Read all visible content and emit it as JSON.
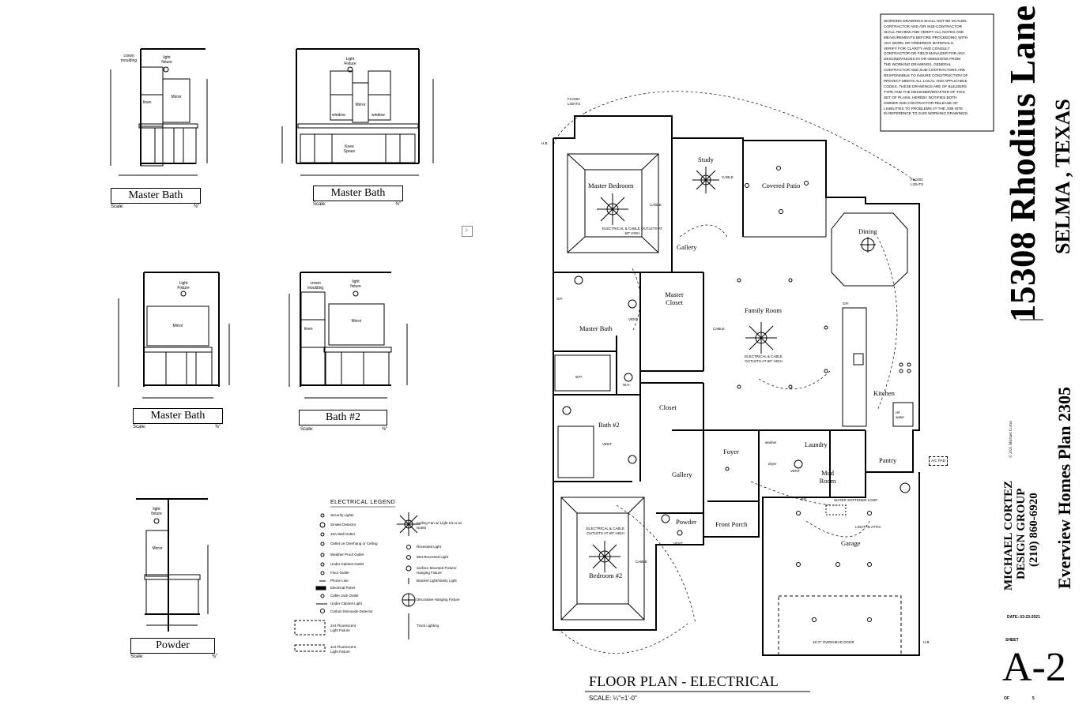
{
  "notice": {
    "lines": [
      "WORKING DRAWINGS SHALL NOT BE SCALED.",
      "CONTRACTOR AND /OR SUB-CONTRACTOR",
      "SHALL REVIEW AND VERIFY ALL NOTES AND",
      "MEASUREMENTS BEFORE PROCEEDING WITH",
      "ANY WORK OR ORDERING MATERIALS.",
      "VERIFY FOR CLARITY AND CONSULT",
      "CONTRACTOR OR FIELD MANAGER FOR ANY",
      "DESCREPANCIES IN OR  OMISSIONS FROM",
      "THE WORKING DRAWINGS.  GENERAL",
      "CONTRACTOR  AND SUB-CONTRACTORS ARE",
      "RESPONSIBLE TO INSURE CONSTRUCTION OF",
      "PROJECT MEETS ALL LOCAL AND APPLICABLE",
      "CODES.  THESE DRAWINGS ARE OF BUILDERS",
      "TYPE AND THE DESIGNER/DRAFTER OF THIS",
      "SET OF PLANS, HEREBY NOTIFIES BOTH",
      "OWNER AND CONTRACTOR RELEASE OF",
      "LIABILITIES TO PROBLEMS AT THE JOB SITE",
      "IN REFERENCE TO SAID WORKING DRAWINGS."
    ]
  },
  "title_block": {
    "address": "15308 Rhodius Lane",
    "city": "SELMA , TEXAS",
    "designer_line1": "MICHAEL CORTEZ",
    "designer_line2": "DESIGN GROUP",
    "designer_phone": "(210) 860-6920",
    "plan_name": "Everview Homes Plan 2305",
    "copyright": "© 2021 Michael Cortez",
    "date_label": "DATE: 03-23-2021",
    "sheet_label": "SHEET",
    "sheet_number": "A-2",
    "of_label": "OF",
    "of_count": "5"
  },
  "floor_plan": {
    "title": "FLOOR PLAN - ELECTRICAL",
    "scale": "SCALE: ¼\"=1'-0\"",
    "rooms": {
      "master_bedroom": "Master Bedroom",
      "study": "Study",
      "covered_patio": "Covered Patio",
      "dining": "Dining",
      "gallery_top": "Gallery",
      "master_closet": "Master Closet",
      "family_room": "Family Room",
      "master_bath": "Master Bath",
      "kitchen": "Kitchen",
      "closet": "Closet",
      "bath2": "Bath #2",
      "foyer": "Foyer",
      "laundry": "Laundry",
      "mud_room": "Mud Room",
      "pantry": "Pantry",
      "gallery_bottom": "Gallery",
      "powder": "Powder",
      "front_porch": "Front Porch",
      "garage": "Garage",
      "bedroom2": "Bedroom #2"
    },
    "notes": {
      "flood_lights_left": "FLOOD LIGHTS",
      "flood_lights_right": "FLOOD LIGHTS",
      "hb_left": "H.B.",
      "hb_right": "H.B.",
      "elec_master": "ELECTRICAL & CABLE OUTLETS AT 60\" HIGH",
      "elec_family": "ELECTRICAL & CABLE OUTLETS AT 60\" HIGH",
      "elec_bedroom2": "ELECTRICAL & CABLE OUTLETS AT 60\" HIGH",
      "cable1": "CABLE",
      "cable2": "CABLE",
      "cable3": "CABLE",
      "cable4": "CABLE",
      "water_softener": "WATER SOFTENER LOOP",
      "light_attic": "LIGHT IN ATTIC",
      "overhead_door": "16'-0\" OVERHEAD DOOR",
      "ac_pad": "A/C PAD",
      "vent1": "VENT",
      "vent2": "VENT",
      "vent3": "VENT",
      "vent4": "VENT",
      "gfi": "GFI",
      "ref_water": "ref. water",
      "washer": "washer",
      "dryer": "dryer",
      "wh": "W.H.",
      "wp": "W.P."
    }
  },
  "elevations": [
    {
      "title": "Master Bath",
      "scale": "Scale:",
      "scale_val": "⅜\"",
      "labels": [
        "crown moulding",
        "light fixture",
        "Mirror",
        "linen"
      ]
    },
    {
      "title": "Master Bath",
      "scale": "Scale:",
      "scale_val": "⅜\"",
      "labels": [
        "Light Fixture",
        "Mirror",
        "window",
        "window",
        "Knee Space"
      ]
    },
    {
      "title": "Master Bath",
      "scale": "Scale:",
      "scale_val": "⅜\"",
      "labels": [
        "Light Fixture",
        "Mirror"
      ]
    },
    {
      "title": "Bath #2",
      "scale": "Scale:",
      "scale_val": "⅜\"",
      "labels": [
        "crown moulding",
        "light fixture",
        "Mirror",
        "linen"
      ]
    },
    {
      "title": "Powder",
      "scale": "Scale:",
      "scale_val": "⅜\"",
      "labels": [
        "light fixture",
        "Mirror"
      ]
    }
  ],
  "legend": {
    "title": "ELECTRICAL LEGEND",
    "left_items": [
      "Security Lights",
      "Smoke Detector",
      "15A Wall Outlet",
      "Outlet on Overhang or Ceiling",
      "Weather Proof Outlet",
      "Under Cabinet Outlet",
      "Floor Outlet",
      "Phone Line",
      "Electrical Panel",
      "Cable Jack Outlet",
      "Under Cabinet Light",
      "Carbon Monoxide Detector",
      "2x4 Fluorescent Light Fixture",
      "1x4 Fluorescent Light Fixture"
    ],
    "right_items": [
      "Ceiling Fan w/ Light Kit or as Noted",
      "Recessed Light",
      "Wet Recessed Light",
      "Surface Mounted Fixture/ Hanging Fixture",
      "Bracket Light/Vanity Light",
      "Decorative Hanging Fixture",
      "Track Lighting"
    ]
  },
  "colors": {
    "ink": "#000000",
    "paper": "#ffffff"
  }
}
